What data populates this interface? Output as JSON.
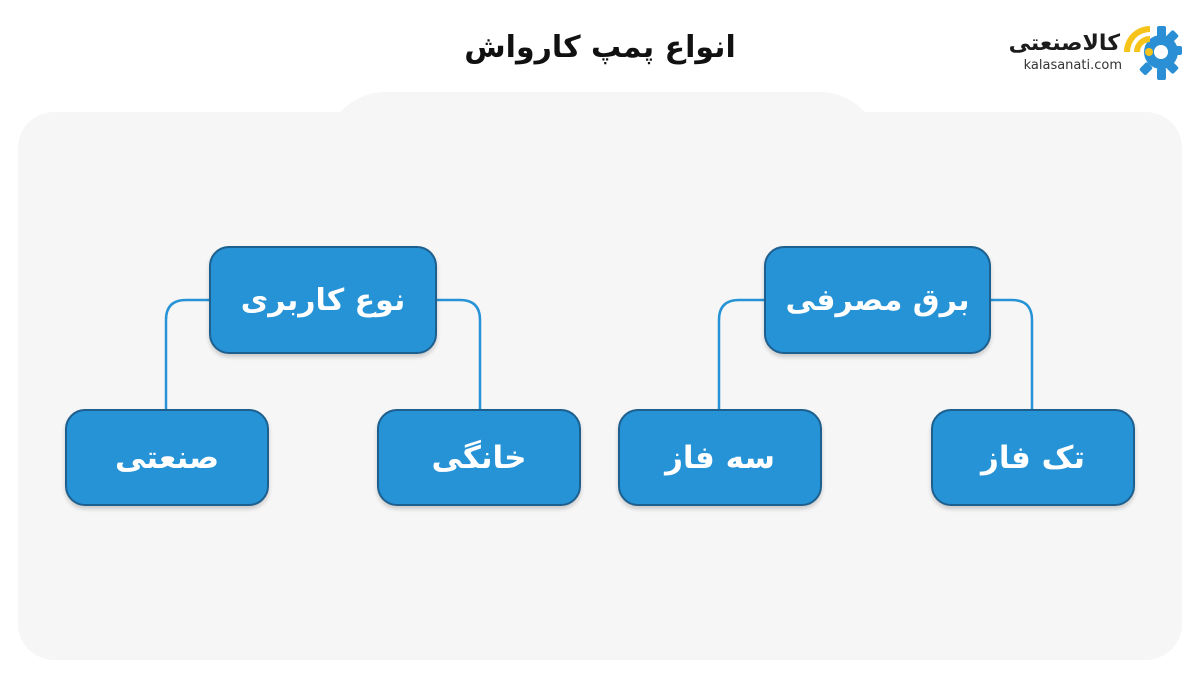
{
  "title": "انواع پمپ کارواش",
  "logo": {
    "brand": "کالاصنعتی",
    "domain": "kalasanati.com",
    "icon": "gear-wifi-logo",
    "colors": {
      "blue": "#2a8fd4",
      "yellow": "#f6c31b"
    }
  },
  "colors": {
    "node_fill": "#2693d6",
    "node_border": "#1d5f8e",
    "connector": "#2693d6",
    "panel": "#f6f6f6"
  },
  "diagram": {
    "groups": [
      {
        "label": "برق مصرفی",
        "children": [
          "تک فاز",
          "سه فاز"
        ]
      },
      {
        "label": "نوع کاربری",
        "children": [
          "خانگی",
          "صنعتی"
        ]
      }
    ]
  }
}
